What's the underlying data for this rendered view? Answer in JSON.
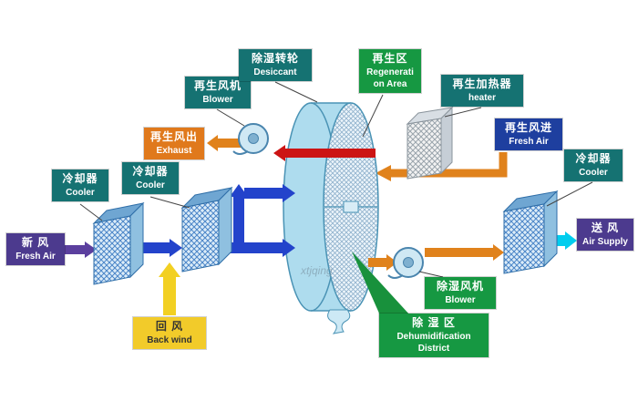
{
  "watermark": "xtjqing",
  "colors": {
    "label_teal": "#157272",
    "label_green": "#169842",
    "label_purple": "#4c3a8e",
    "label_orange": "#e0791c",
    "label_blue": "#1e3f9f",
    "label_yellow": "#f2cb2a",
    "arrow_blue": "#2343cb",
    "arrow_red": "#cc1414",
    "arrow_orange": "#e0821c",
    "arrow_cyan": "#00cdee",
    "arrow_yellow": "#f2d022",
    "arrow_purple": "#5b3f9e"
  },
  "labels": {
    "fresh_air_left": {
      "cn": "新 风",
      "en": "Fresh Air"
    },
    "cooler1": {
      "cn": "冷却器",
      "en": "Cooler"
    },
    "cooler2": {
      "cn": "冷却器",
      "en": "Cooler"
    },
    "blower_regen": {
      "cn": "再生风机",
      "en": "Blower"
    },
    "exhaust": {
      "cn": "再生风出",
      "en": "Exhaust"
    },
    "desiccant": {
      "cn": "除湿转轮",
      "en": "Desiccant"
    },
    "regen_area": {
      "cn": "再生区",
      "en1": "Regenerati",
      "en2": "on Area"
    },
    "heater": {
      "cn": "再生加热器",
      "en": "heater"
    },
    "fresh_air_regen": {
      "cn": "再生风进",
      "en": "Fresh Air"
    },
    "cooler3": {
      "cn": "冷却器",
      "en": "Cooler"
    },
    "air_supply": {
      "cn": "送 风",
      "en": "Air Supply"
    },
    "blower_dehum": {
      "cn": "除湿风机",
      "en": "Blower"
    },
    "dehum_district": {
      "cn": "除 湿 区",
      "en1": "Dehumidification",
      "en2": "District"
    },
    "back_wind": {
      "cn": "回 风",
      "en": "Back wind"
    }
  }
}
